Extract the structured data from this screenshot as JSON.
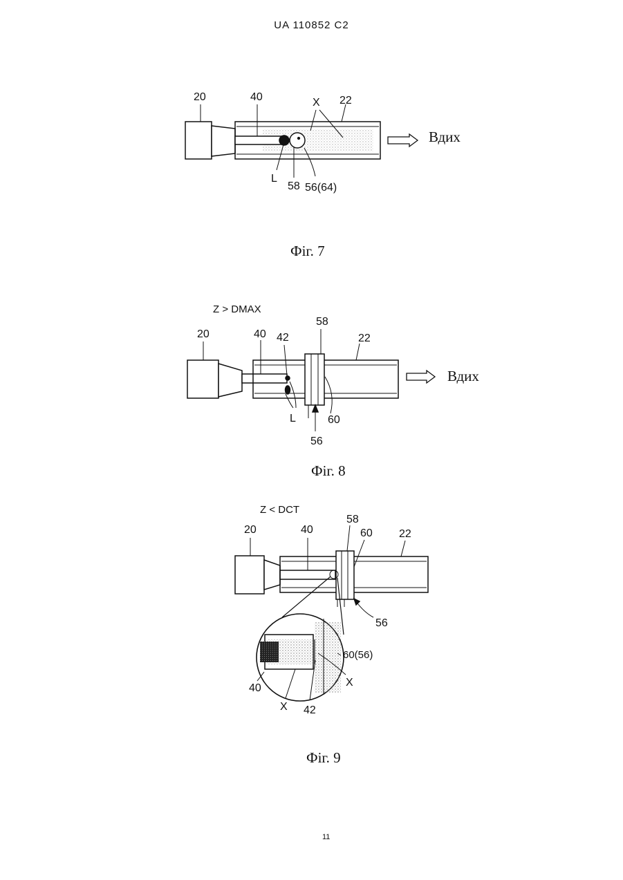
{
  "header": {
    "patent_id": "UA   110852   C2"
  },
  "page_number": "11",
  "figures": [
    {
      "caption": "Фіг. 7",
      "labels": {
        "unit": "20",
        "probe": "40",
        "x_mark": "X",
        "tube": "22",
        "outlet": "Вдих",
        "liquid": "L",
        "sensor_a": "58",
        "sensor_b": "56(64)"
      }
    },
    {
      "caption": "Фіг. 8",
      "condition": "Z > DMAX",
      "labels": {
        "unit": "20",
        "probe": "40",
        "tip": "42",
        "sensor_a": "58",
        "tube": "22",
        "outlet": "Вдих",
        "liquid": "L",
        "gap": "60",
        "sensor_b": "56"
      }
    },
    {
      "caption": "Фіг. 9",
      "condition": "Z < DCT",
      "labels": {
        "unit": "20",
        "probe": "40",
        "sensor_a": "58",
        "gap": "60",
        "tube": "22",
        "sensor_b": "56",
        "detail_gap": "60(56)",
        "detail_x_right": "X",
        "detail_probe": "40",
        "detail_x_left": "X",
        "detail_tip": "42"
      }
    }
  ]
}
